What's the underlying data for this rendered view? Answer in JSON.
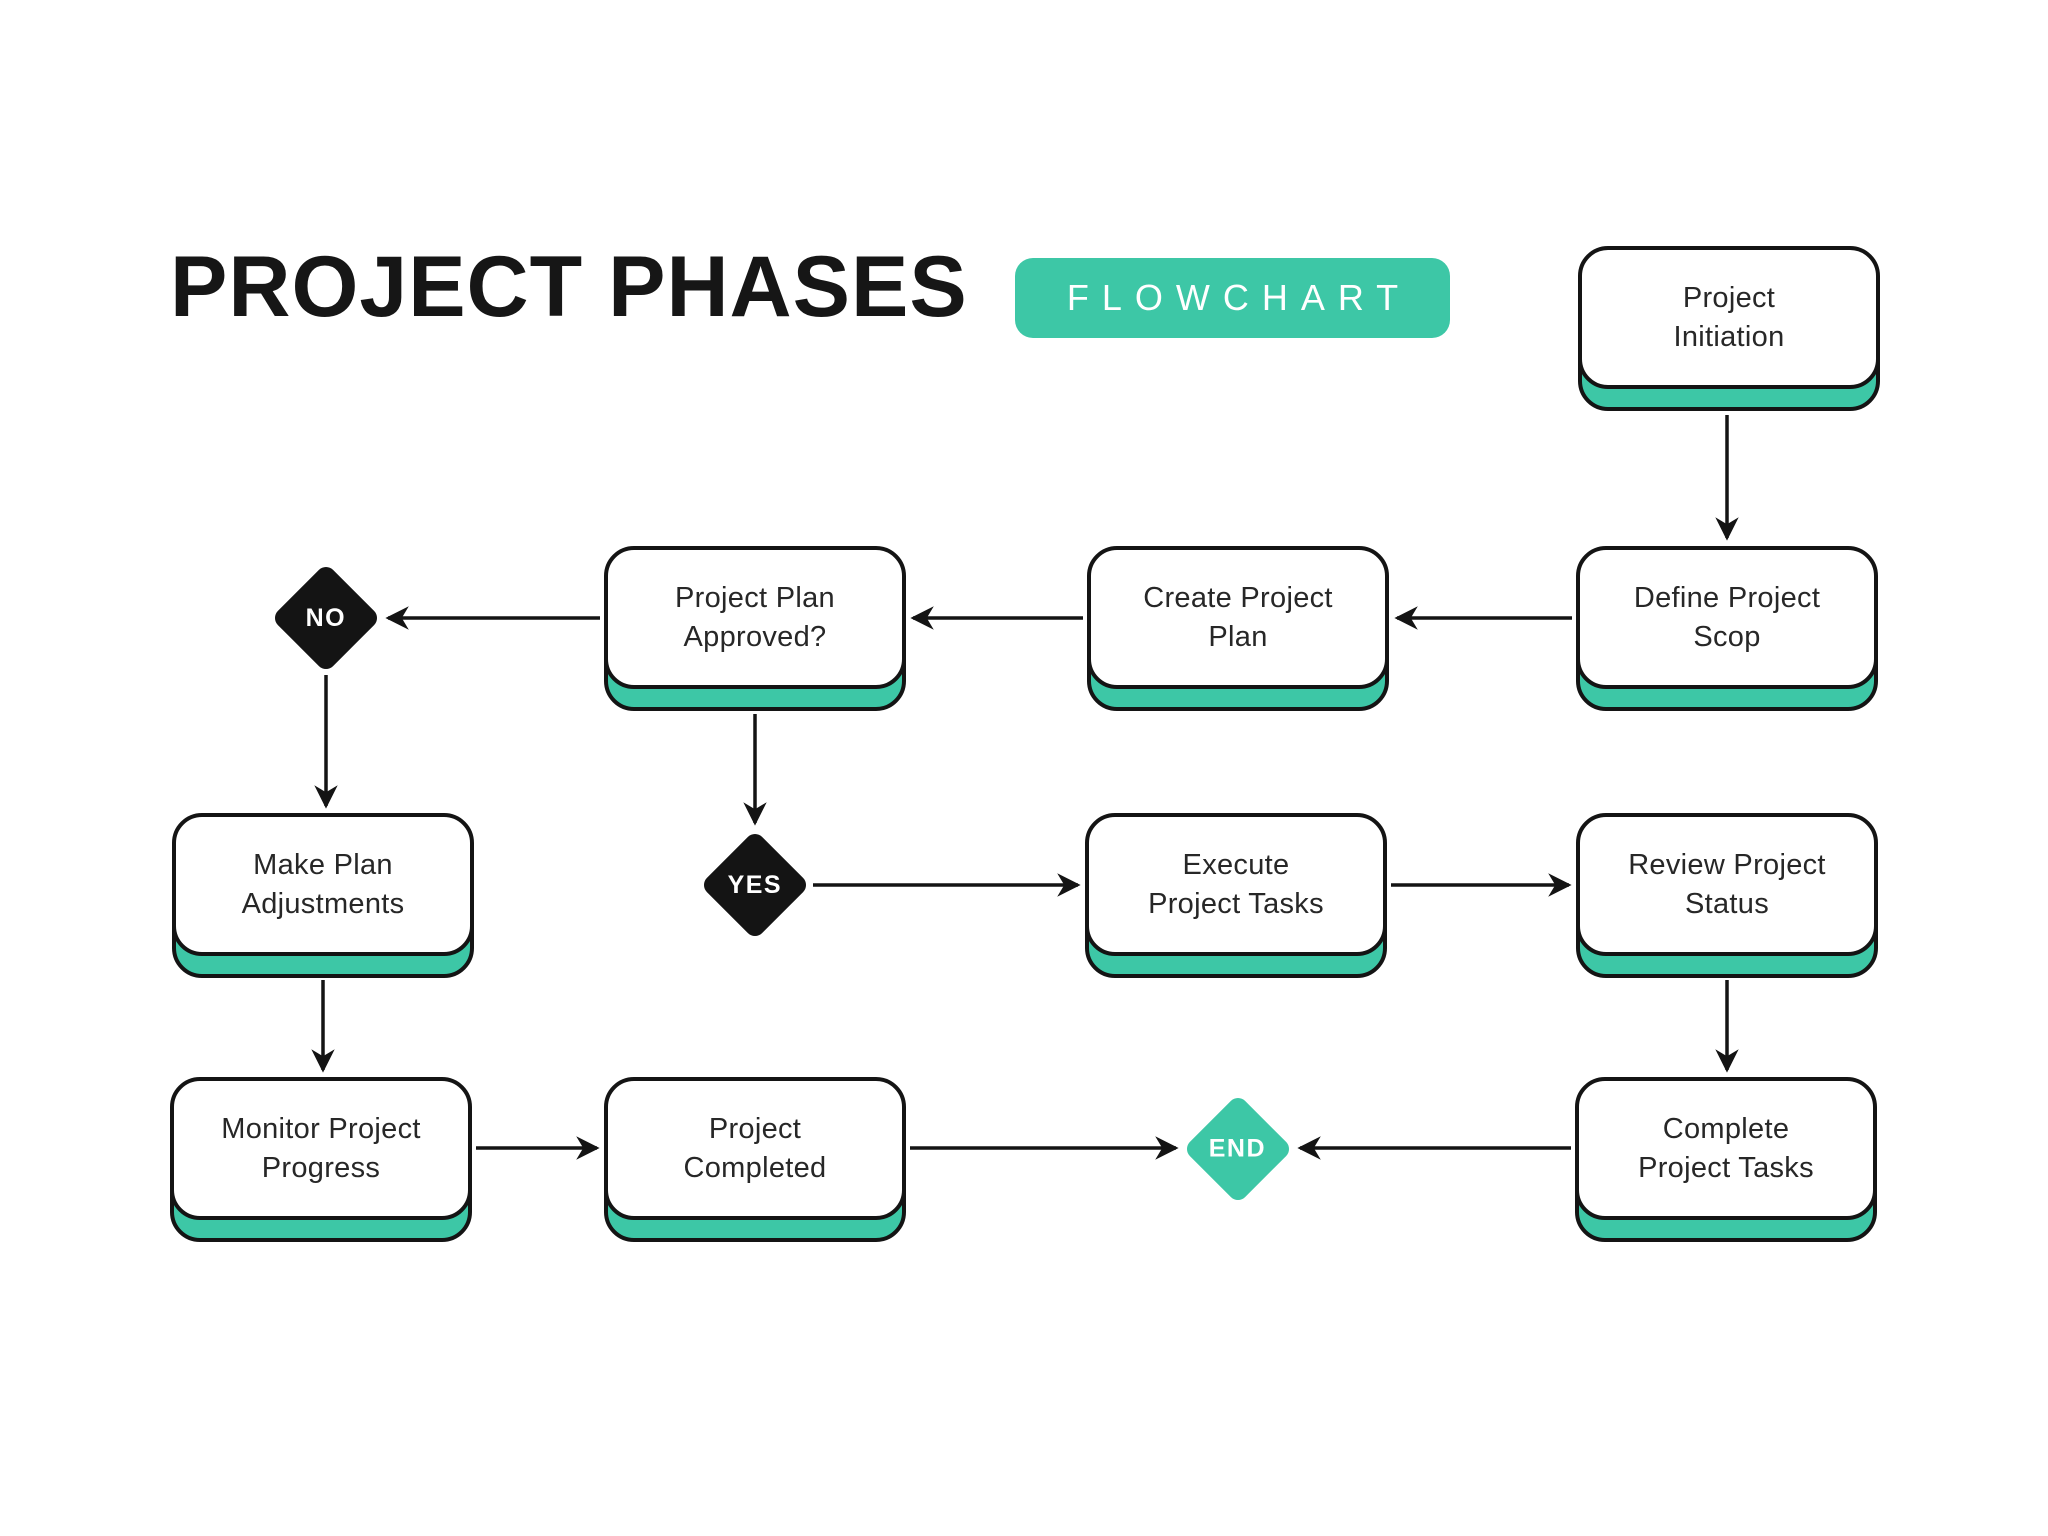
{
  "title": "PROJECT PHASES",
  "badge_label": "FLOWCHART",
  "colors": {
    "teal": "#3DC7A6",
    "ink": "#141414",
    "background": "#FFFFFF"
  },
  "nodes": {
    "project_initiation": {
      "label": "Project\nInitiation"
    },
    "define_project_scop": {
      "label": "Define Project\nScop"
    },
    "create_project_plan": {
      "label": "Create Project\nPlan"
    },
    "project_plan_approved": {
      "label": "Project Plan\nApproved?"
    },
    "make_plan_adjustments": {
      "label": "Make Plan\nAdjustments"
    },
    "execute_project_tasks": {
      "label": "Execute\nProject Tasks"
    },
    "review_project_status": {
      "label": "Review Project\nStatus"
    },
    "monitor_project_progress": {
      "label": "Monitor Project\nProgress"
    },
    "project_completed": {
      "label": "Project\nCompleted"
    },
    "complete_project_tasks": {
      "label": "Complete\nProject Tasks"
    }
  },
  "decisions": {
    "no": {
      "label": "NO"
    },
    "yes": {
      "label": "YES"
    },
    "end": {
      "label": "END"
    }
  }
}
